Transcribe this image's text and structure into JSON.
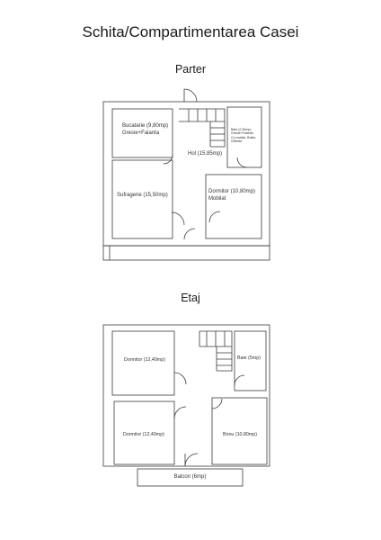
{
  "title": "Schita/Compartimentarea Casei",
  "floors": [
    {
      "name": "Parter",
      "rooms": [
        {
          "name": "Bucatarie (9,80mp)",
          "note": "Gresie+Faianta"
        },
        {
          "name": "Hol (15,85mp)"
        },
        {
          "name": "Baie (2,30mp)",
          "note": "Gresie+Faianta",
          "note2": "Cu mobila, Boiler,",
          "note3": "Obiecte"
        },
        {
          "name": "Sufragerie (15,50mp)"
        },
        {
          "name": "Dormitor (10.80mp)",
          "note": "Mobilat"
        }
      ]
    },
    {
      "name": "Etaj",
      "rooms": [
        {
          "name": "Dormitor (12,40mp)"
        },
        {
          "name": "Baie (5mp)"
        },
        {
          "name": "Dormitor (12,40mp)"
        },
        {
          "name": "Birou (10,80mp)"
        },
        {
          "name": "Balcon (6mp)"
        }
      ]
    }
  ]
}
